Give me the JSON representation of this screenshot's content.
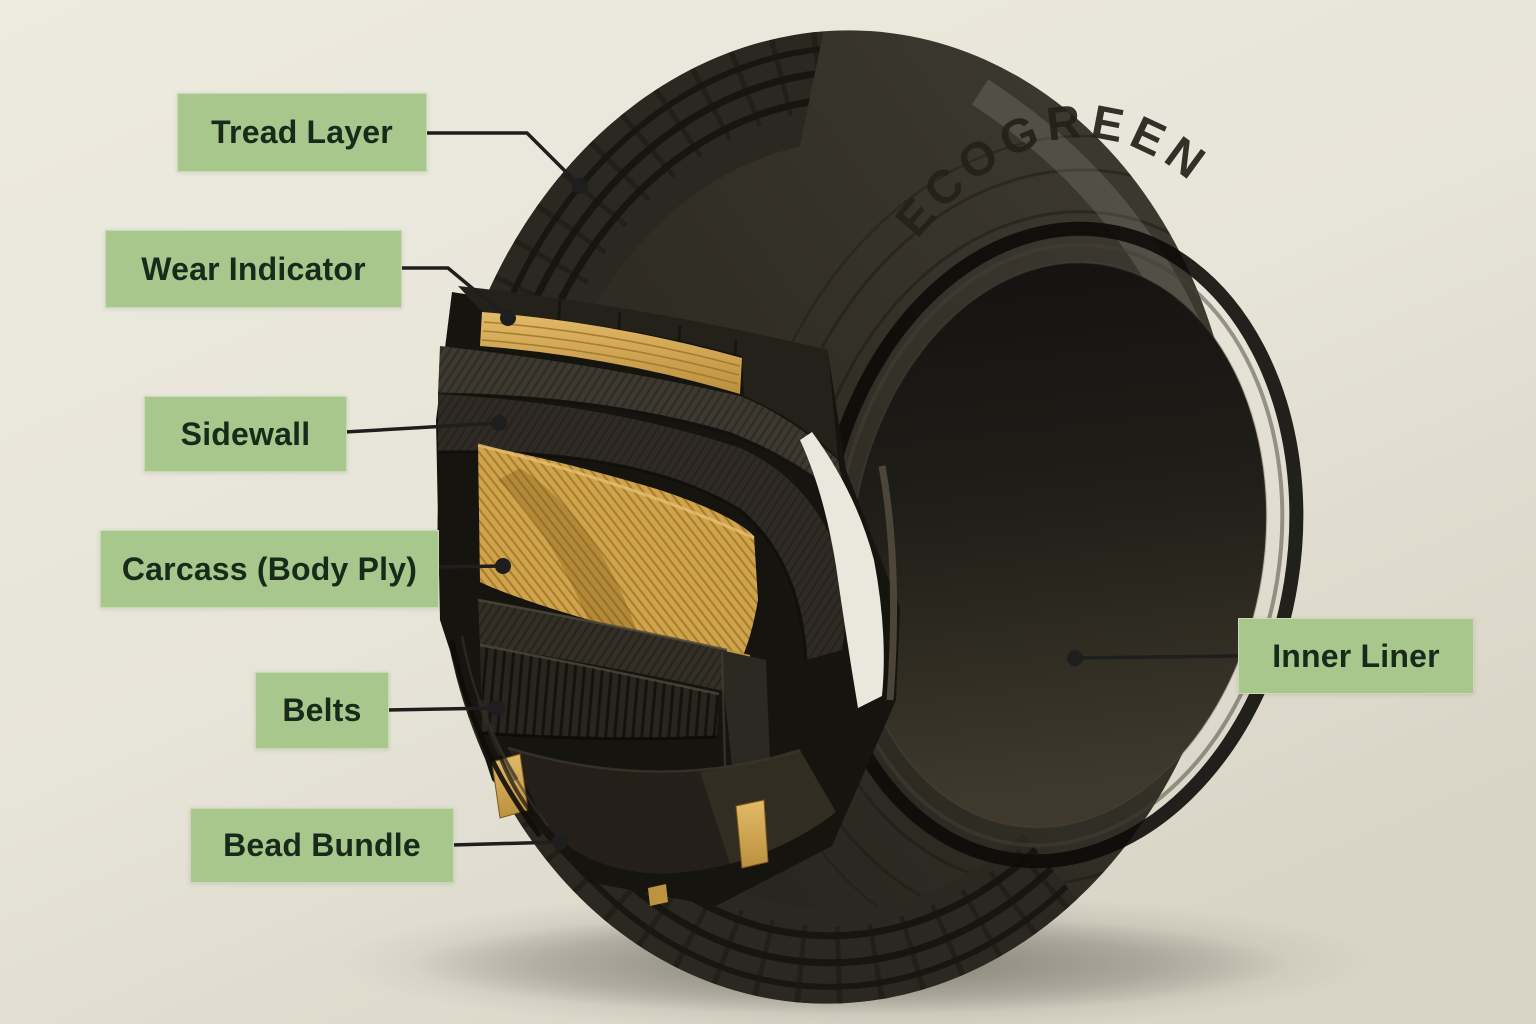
{
  "scene": {
    "type": "labeled-diagram",
    "subject": "Tire cross-section cutaway diagram",
    "brand_text_on_tire": "ECOGREEN"
  },
  "labels": [
    {
      "id": "tread-layer",
      "text": "Tread Layer"
    },
    {
      "id": "wear-indicator",
      "text": "Wear Indicator"
    },
    {
      "id": "sidewall",
      "text": "Sidewall"
    },
    {
      "id": "carcass-body-ply",
      "text": "Carcass (Body Ply)"
    },
    {
      "id": "belts",
      "text": "Belts"
    },
    {
      "id": "bead-bundle",
      "text": "Bead Bundle"
    },
    {
      "id": "inner-liner",
      "text": "Inner Liner"
    }
  ],
  "colors": {
    "background": "#e8e5da",
    "floor": "#d9d5c8",
    "label_bg": "#a8c78d",
    "label_text": "#182b1b",
    "leader": "#1e1e1e",
    "tire_dark": "#201e18",
    "tire_mid": "#36332b",
    "tire_light": "#45423a",
    "tread": "#2b2822",
    "groove": "#14120d",
    "gold": "#d2a64e",
    "gold_dark": "#a87e2f",
    "cavity": "#16140f"
  }
}
